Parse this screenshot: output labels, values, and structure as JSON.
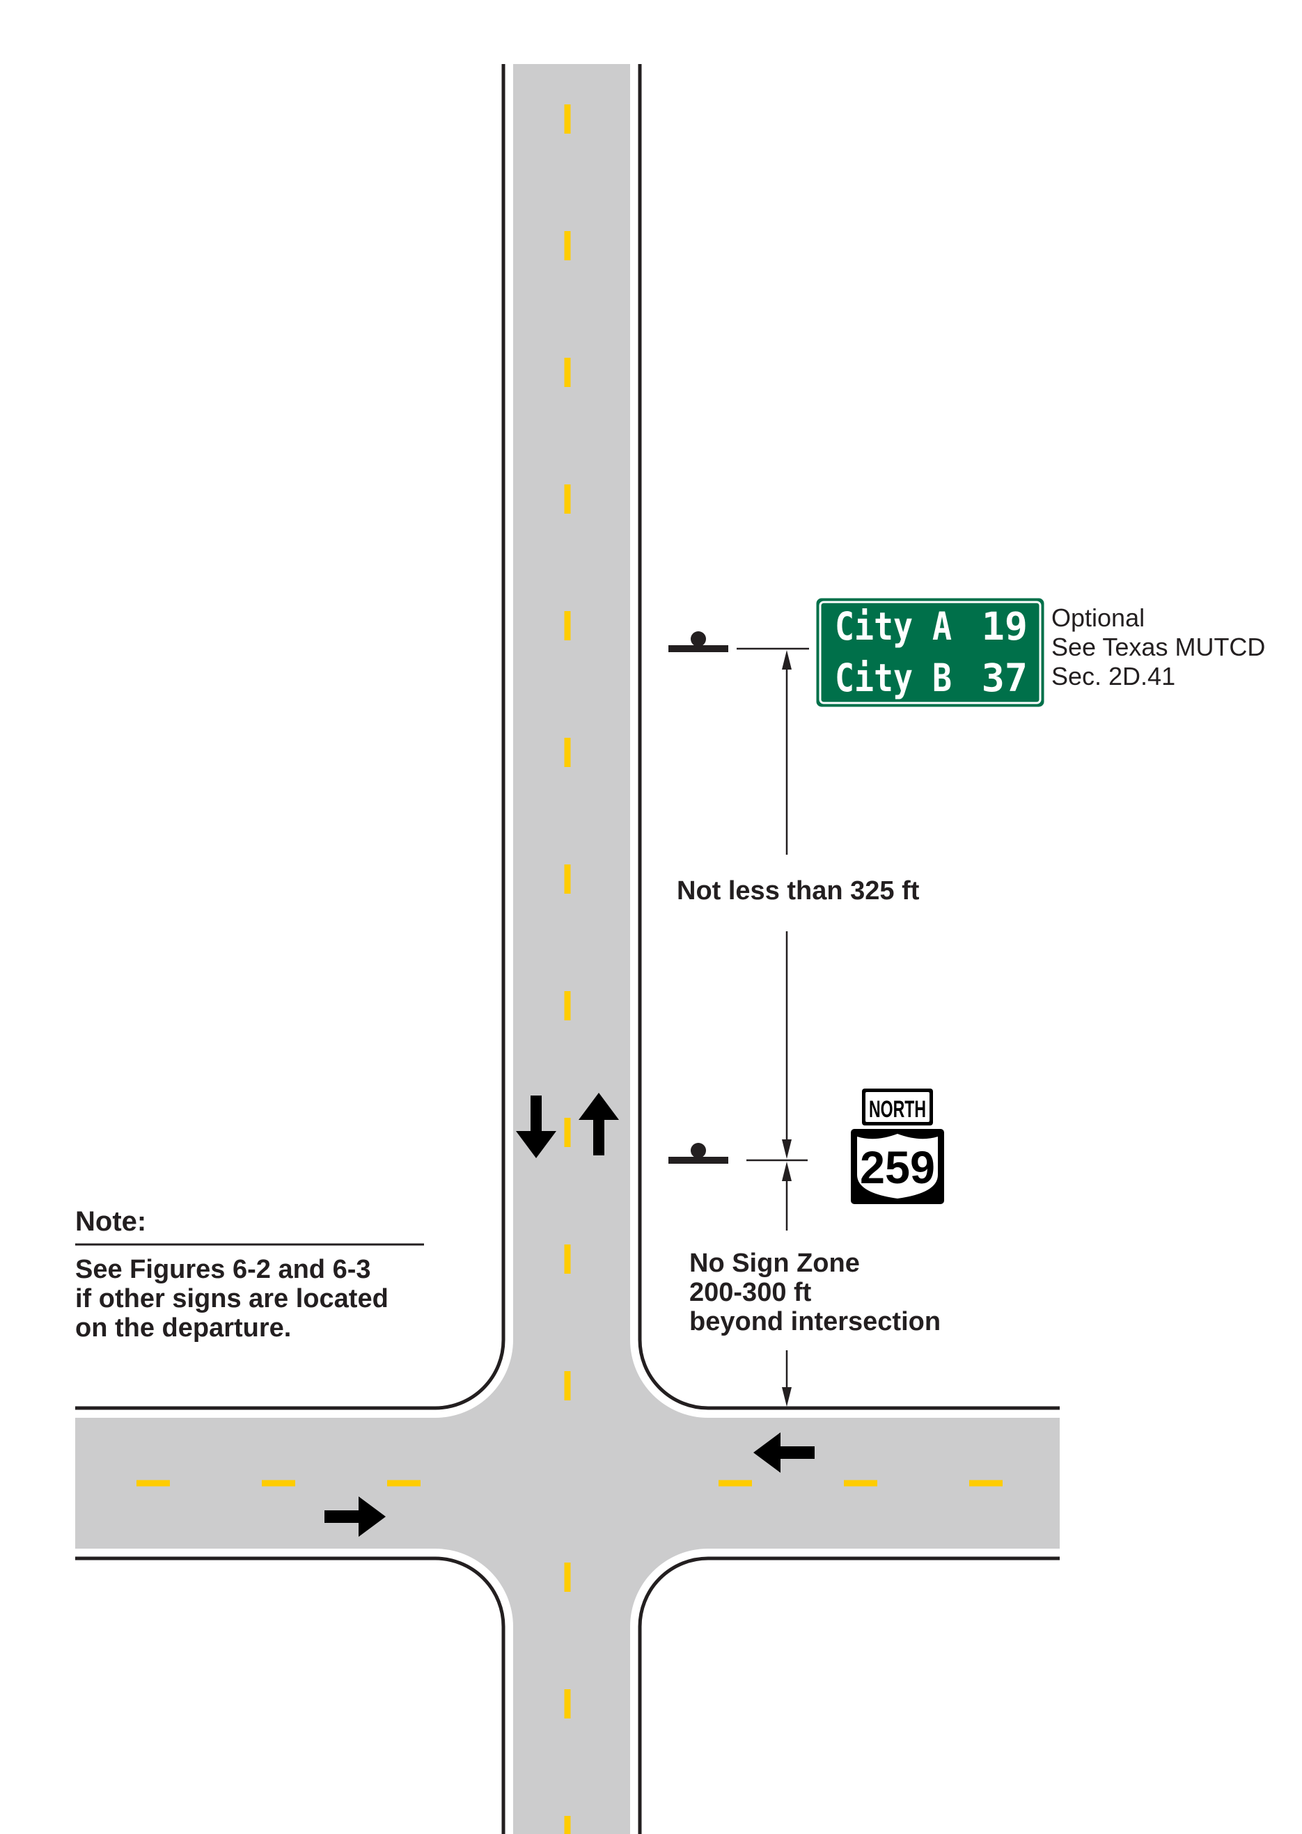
{
  "guide_sign": {
    "rows": [
      {
        "city": "City A",
        "distance": "19"
      },
      {
        "city": "City B",
        "distance": "37"
      }
    ],
    "background_color": "#00704a"
  },
  "guide_sign_note": [
    "Optional",
    "See Texas MUTCD",
    "Sec. 2D.41"
  ],
  "dimension_label": "Not less than 325 ft",
  "route_marker": {
    "cardinal": "NORTH",
    "route_number": "259"
  },
  "no_sign_zone": [
    "No Sign Zone",
    "200-300 ft",
    "beyond intersection"
  ],
  "note": {
    "heading": "Note:",
    "lines": [
      "See Figures 6-2 and 6-3",
      "if other signs are located",
      "on the departure."
    ]
  },
  "colors": {
    "pavement": "#cccccd",
    "edge_line": "#231f20",
    "center_line": "#ffcc00"
  }
}
